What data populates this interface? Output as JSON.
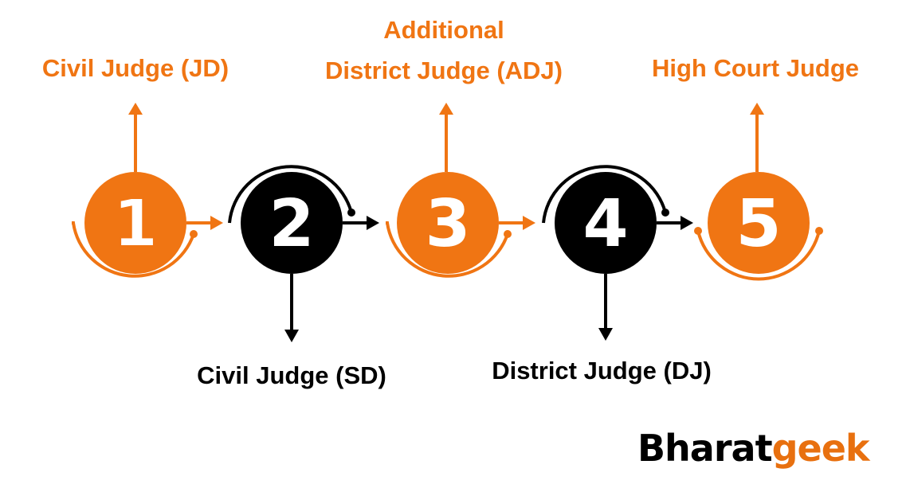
{
  "colors": {
    "orange": "#F07513",
    "black": "#000000"
  },
  "steps": [
    {
      "number": "1",
      "label": "Civil Judge (JD)",
      "position": "above",
      "color": "orange"
    },
    {
      "number": "2",
      "label": "Civil Judge (SD)",
      "position": "below",
      "color": "black"
    },
    {
      "number": "3",
      "label_line1": "Additional",
      "label_line2": "District Judge (ADJ)",
      "position": "above",
      "color": "orange"
    },
    {
      "number": "4",
      "label": "District Judge (DJ)",
      "position": "below",
      "color": "black"
    },
    {
      "number": "5",
      "label": "High Court Judge",
      "position": "above",
      "color": "orange"
    }
  ],
  "logo": {
    "part1": "Bharat",
    "part2": "geek"
  }
}
